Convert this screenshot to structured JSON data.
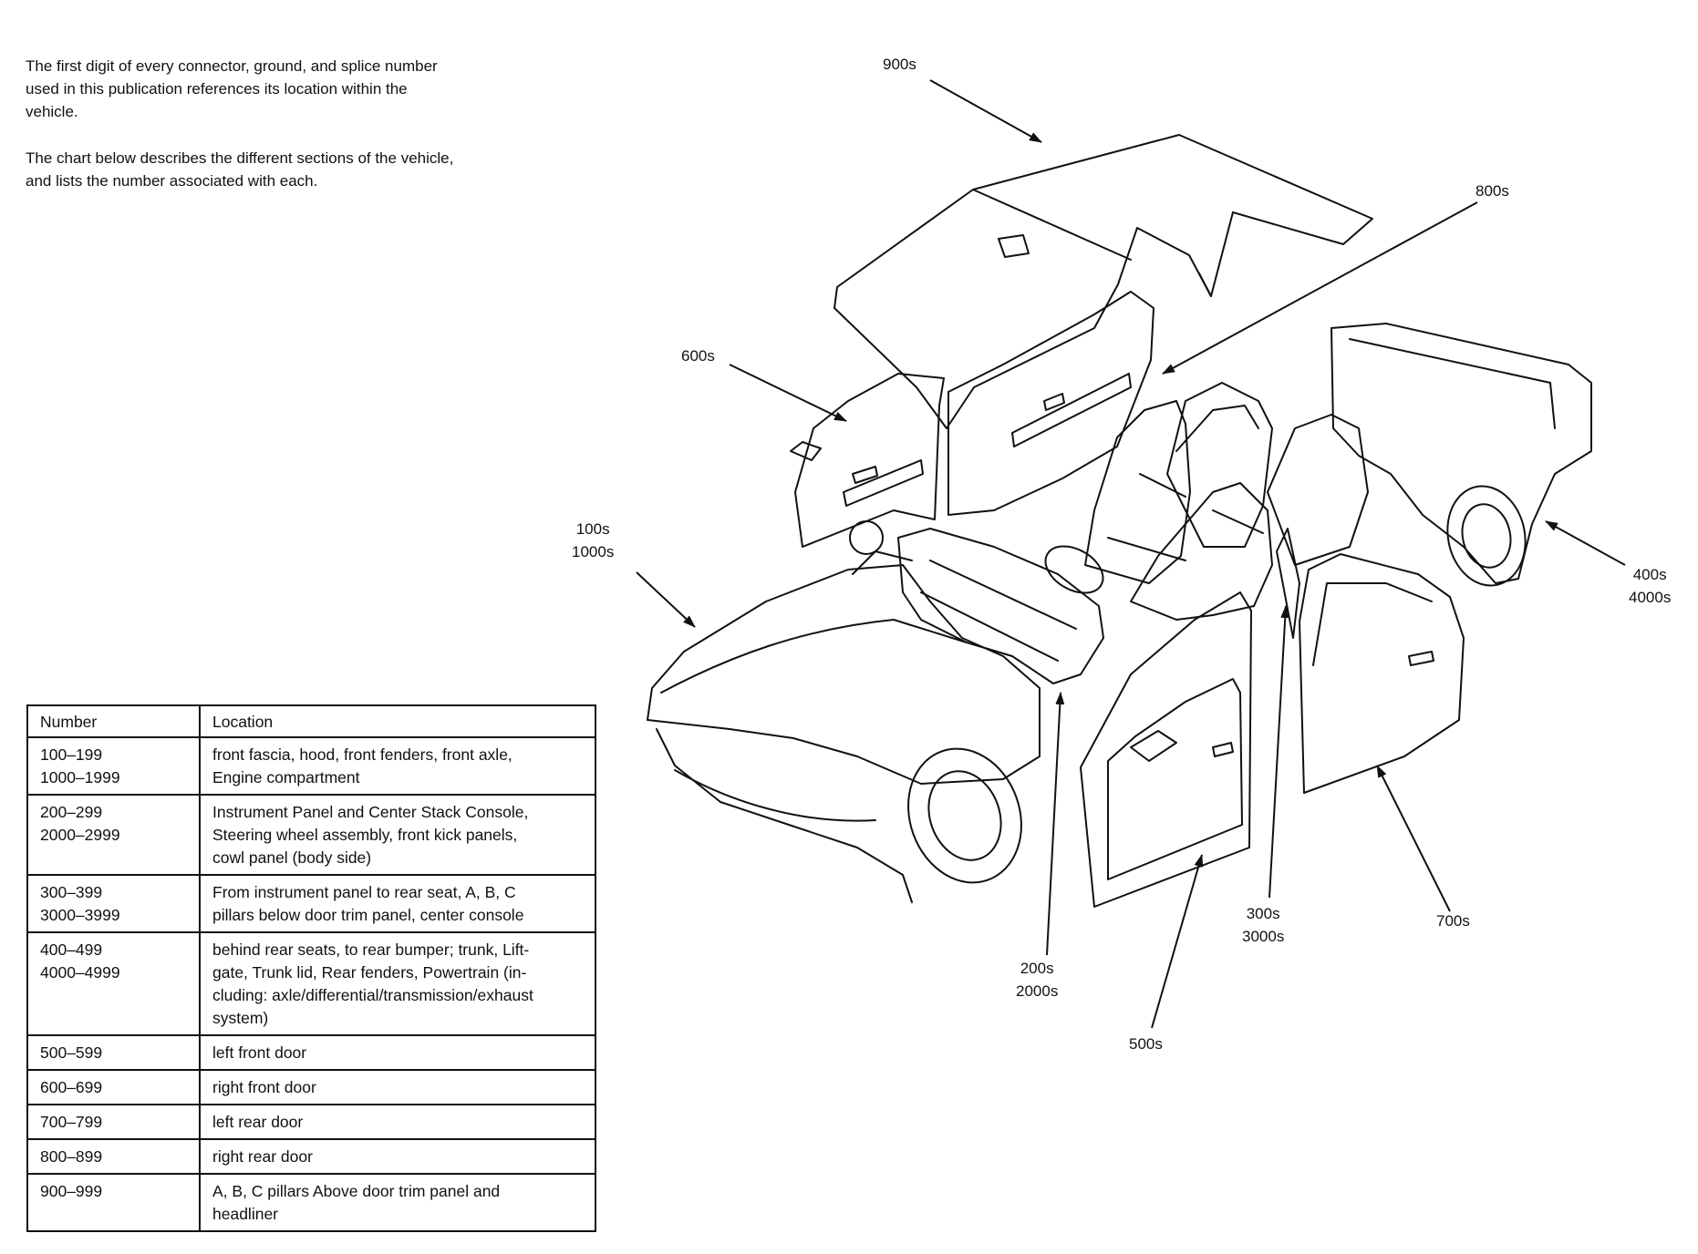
{
  "intro": {
    "p1": "The first digit of every connector, ground, and splice number used in this publication references its location within the vehicle.",
    "p2": "The chart below describes the different sections of the vehicle, and lists the number associated with each."
  },
  "table": {
    "headers": [
      "Number",
      "Location"
    ],
    "rows": [
      {
        "numbers": [
          "100–199",
          "1000–1999"
        ],
        "location": [
          "front fascia, hood, front fenders, front axle,",
          "Engine compartment"
        ]
      },
      {
        "numbers": [
          "200–299",
          "2000–2999"
        ],
        "location": [
          "Instrument Panel and Center Stack Console,",
          "Steering wheel assembly, front kick panels,",
          "cowl panel (body side)"
        ]
      },
      {
        "numbers": [
          "300–399",
          "3000–3999"
        ],
        "location": [
          "From instrument panel to rear seat, A, B, C",
          "pillars below door trim panel, center console"
        ]
      },
      {
        "numbers": [
          "400–499",
          "4000–4999"
        ],
        "location": [
          "behind rear seats, to rear bumper; trunk, Lift-",
          "gate, Trunk lid, Rear fenders, Powertrain (in-",
          "cluding: axle/differential/transmission/exhaust",
          "system)"
        ]
      },
      {
        "numbers": [
          "500–599"
        ],
        "location": [
          "left front door"
        ]
      },
      {
        "numbers": [
          "600–699"
        ],
        "location": [
          "right front door"
        ]
      },
      {
        "numbers": [
          "700–799"
        ],
        "location": [
          "left rear door"
        ]
      },
      {
        "numbers": [
          "800–899"
        ],
        "location": [
          "right rear door"
        ]
      },
      {
        "numbers": [
          "900–999"
        ],
        "location": [
          "A, B, C pillars Above door trim panel and",
          "headliner"
        ]
      }
    ]
  },
  "labels": {
    "l900": [
      "900s"
    ],
    "l800": [
      "800s"
    ],
    "l600": [
      "600s"
    ],
    "l100": [
      "100s",
      "1000s"
    ],
    "l400": [
      "400s",
      "4000s"
    ],
    "l300": [
      "300s",
      "3000s"
    ],
    "l700": [
      "700s"
    ],
    "l200": [
      "200s",
      "2000s"
    ],
    "l500": [
      "500s"
    ]
  }
}
